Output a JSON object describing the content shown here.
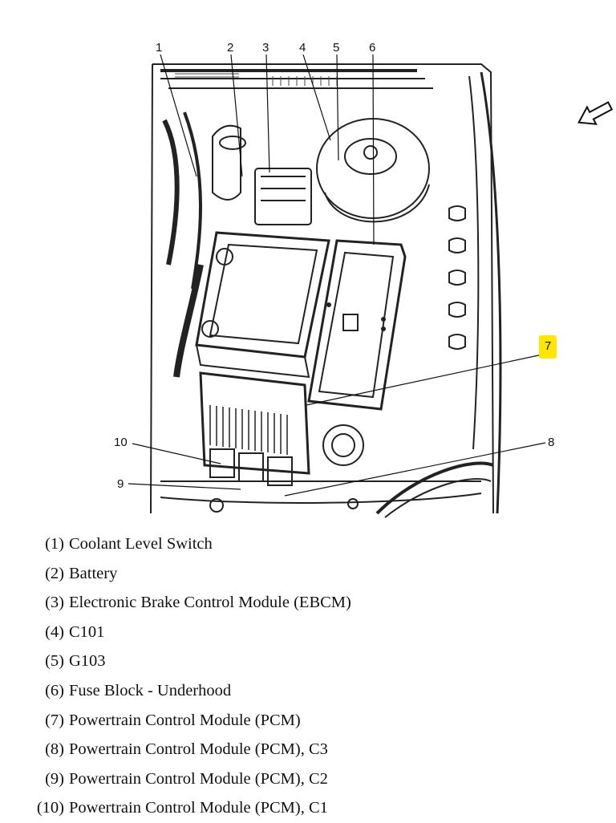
{
  "diagram": {
    "callouts": [
      {
        "id": "1",
        "label": "1"
      },
      {
        "id": "2",
        "label": "2"
      },
      {
        "id": "3",
        "label": "3"
      },
      {
        "id": "4",
        "label": "4"
      },
      {
        "id": "5",
        "label": "5"
      },
      {
        "id": "6",
        "label": "6"
      },
      {
        "id": "7",
        "label": "7",
        "highlighted": true
      },
      {
        "id": "8",
        "label": "8"
      },
      {
        "id": "9",
        "label": "9"
      },
      {
        "id": "10",
        "label": "10"
      }
    ],
    "highlight_color": "#ffe600",
    "arrow_icon": "direction-arrow-icon"
  },
  "legend": {
    "items": [
      {
        "num": "(1)",
        "text": "Coolant Level Switch"
      },
      {
        "num": "(2)",
        "text": "Battery"
      },
      {
        "num": "(3)",
        "text": "Electronic Brake Control Module (EBCM)"
      },
      {
        "num": "(4)",
        "text": "C101"
      },
      {
        "num": "(5)",
        "text": "G103"
      },
      {
        "num": "(6)",
        "text": "Fuse Block - Underhood"
      },
      {
        "num": "(7)",
        "text": "Powertrain Control Module (PCM)"
      },
      {
        "num": "(8)",
        "text": "Powertrain Control Module (PCM), C3"
      },
      {
        "num": "(9)",
        "text": "Powertrain Control Module (PCM), C2"
      },
      {
        "num": "(10)",
        "text": "Powertrain Control Module (PCM), C1"
      }
    ]
  }
}
